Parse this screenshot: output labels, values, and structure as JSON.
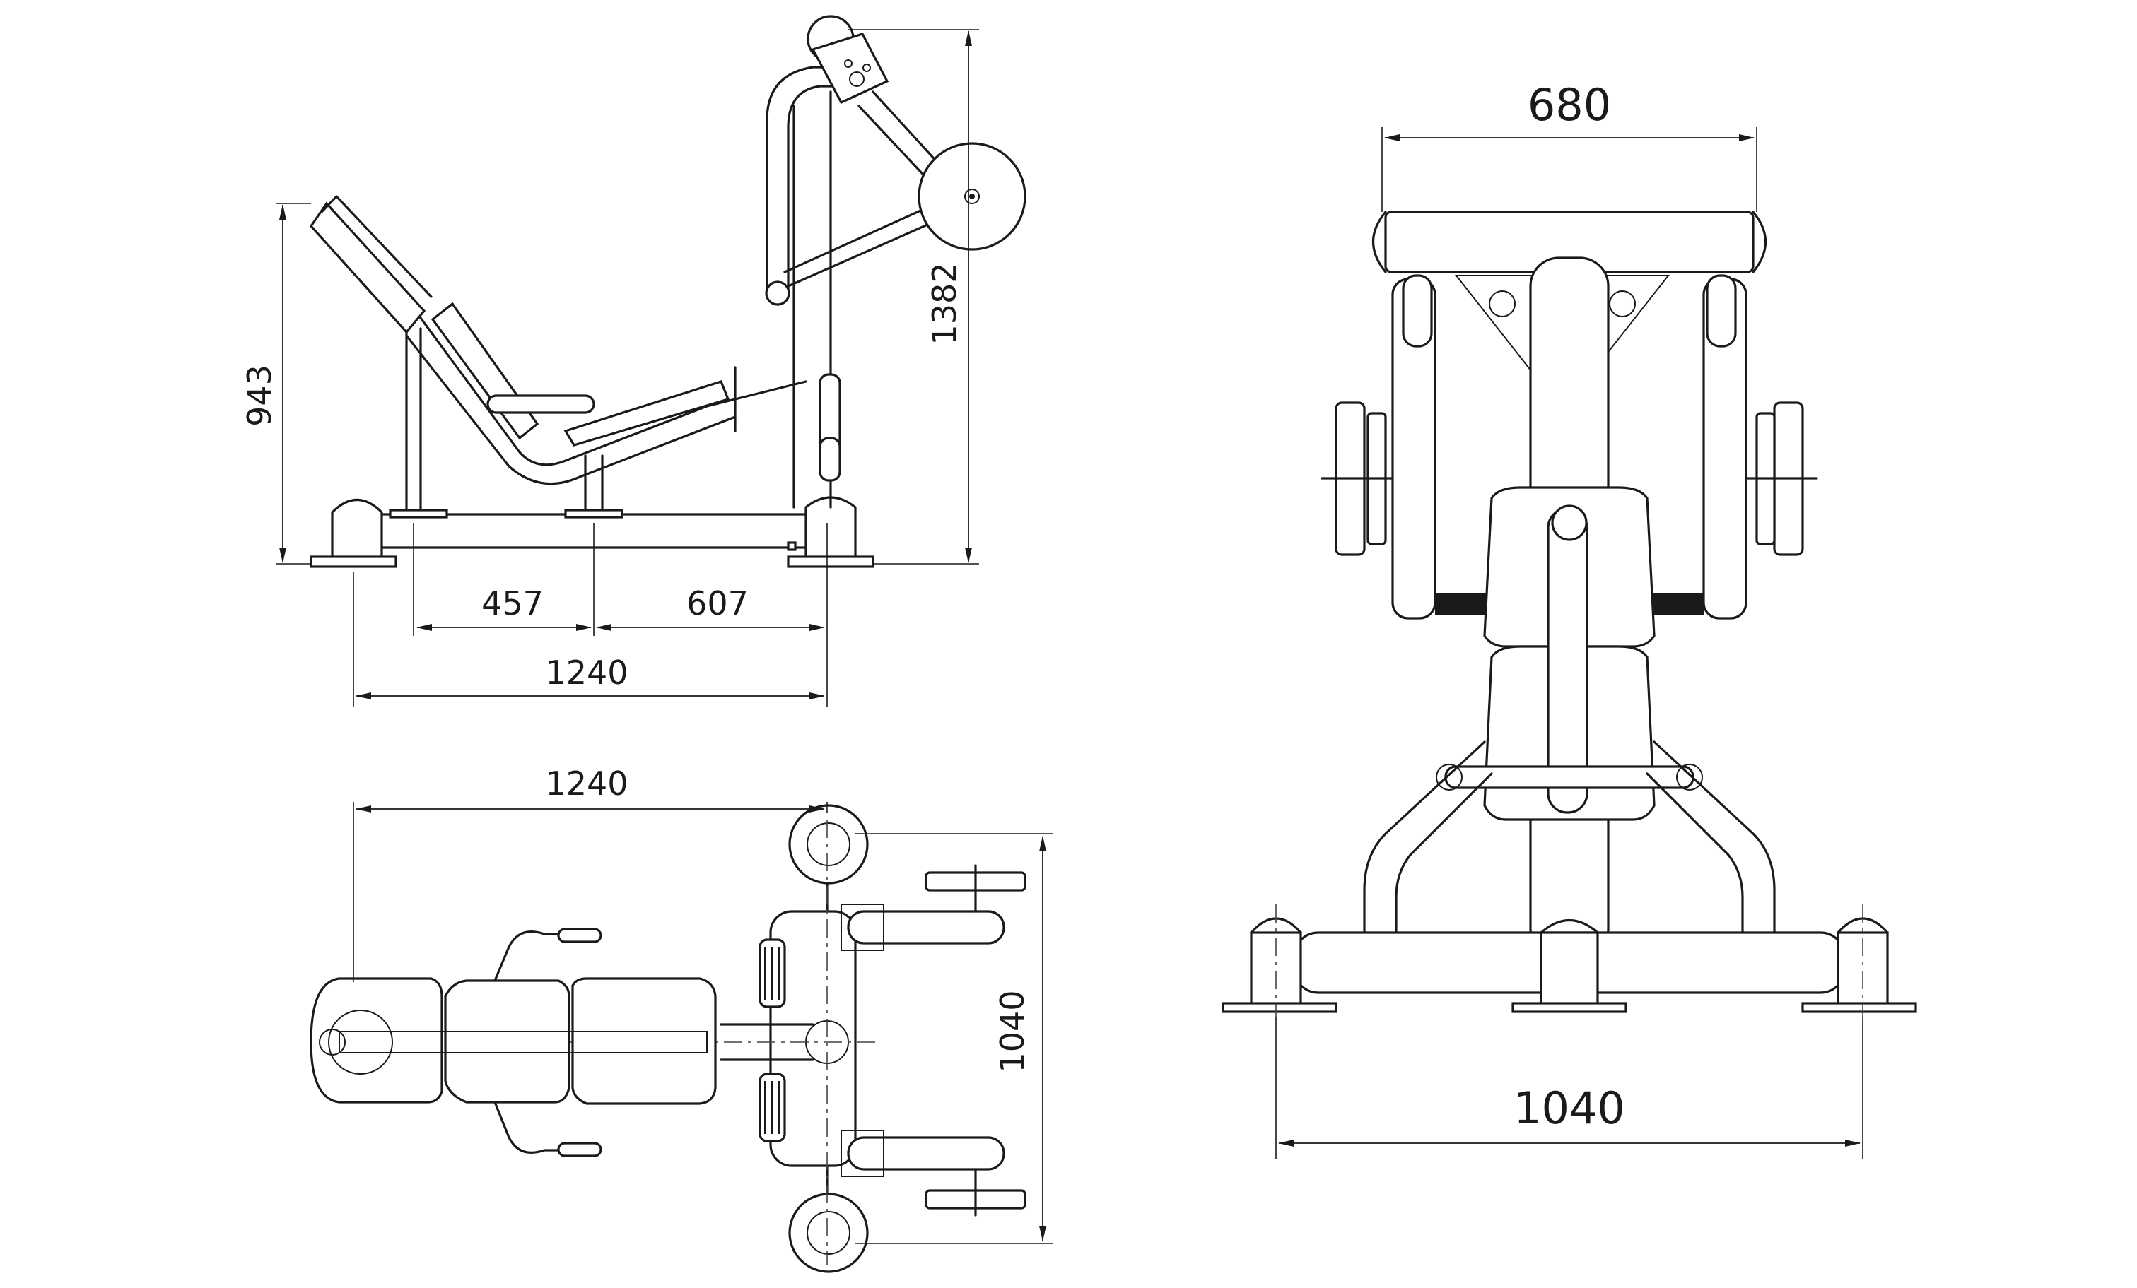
{
  "side_view": {
    "dims": {
      "height_seat": "943",
      "height_total": "1382",
      "span_a": "457",
      "span_b": "607",
      "length_total": "1240"
    }
  },
  "top_view": {
    "dims": {
      "length_total": "1240",
      "width_total": "1040"
    }
  },
  "front_view": {
    "dims": {
      "width_top": "680",
      "width_base": "1040"
    }
  }
}
